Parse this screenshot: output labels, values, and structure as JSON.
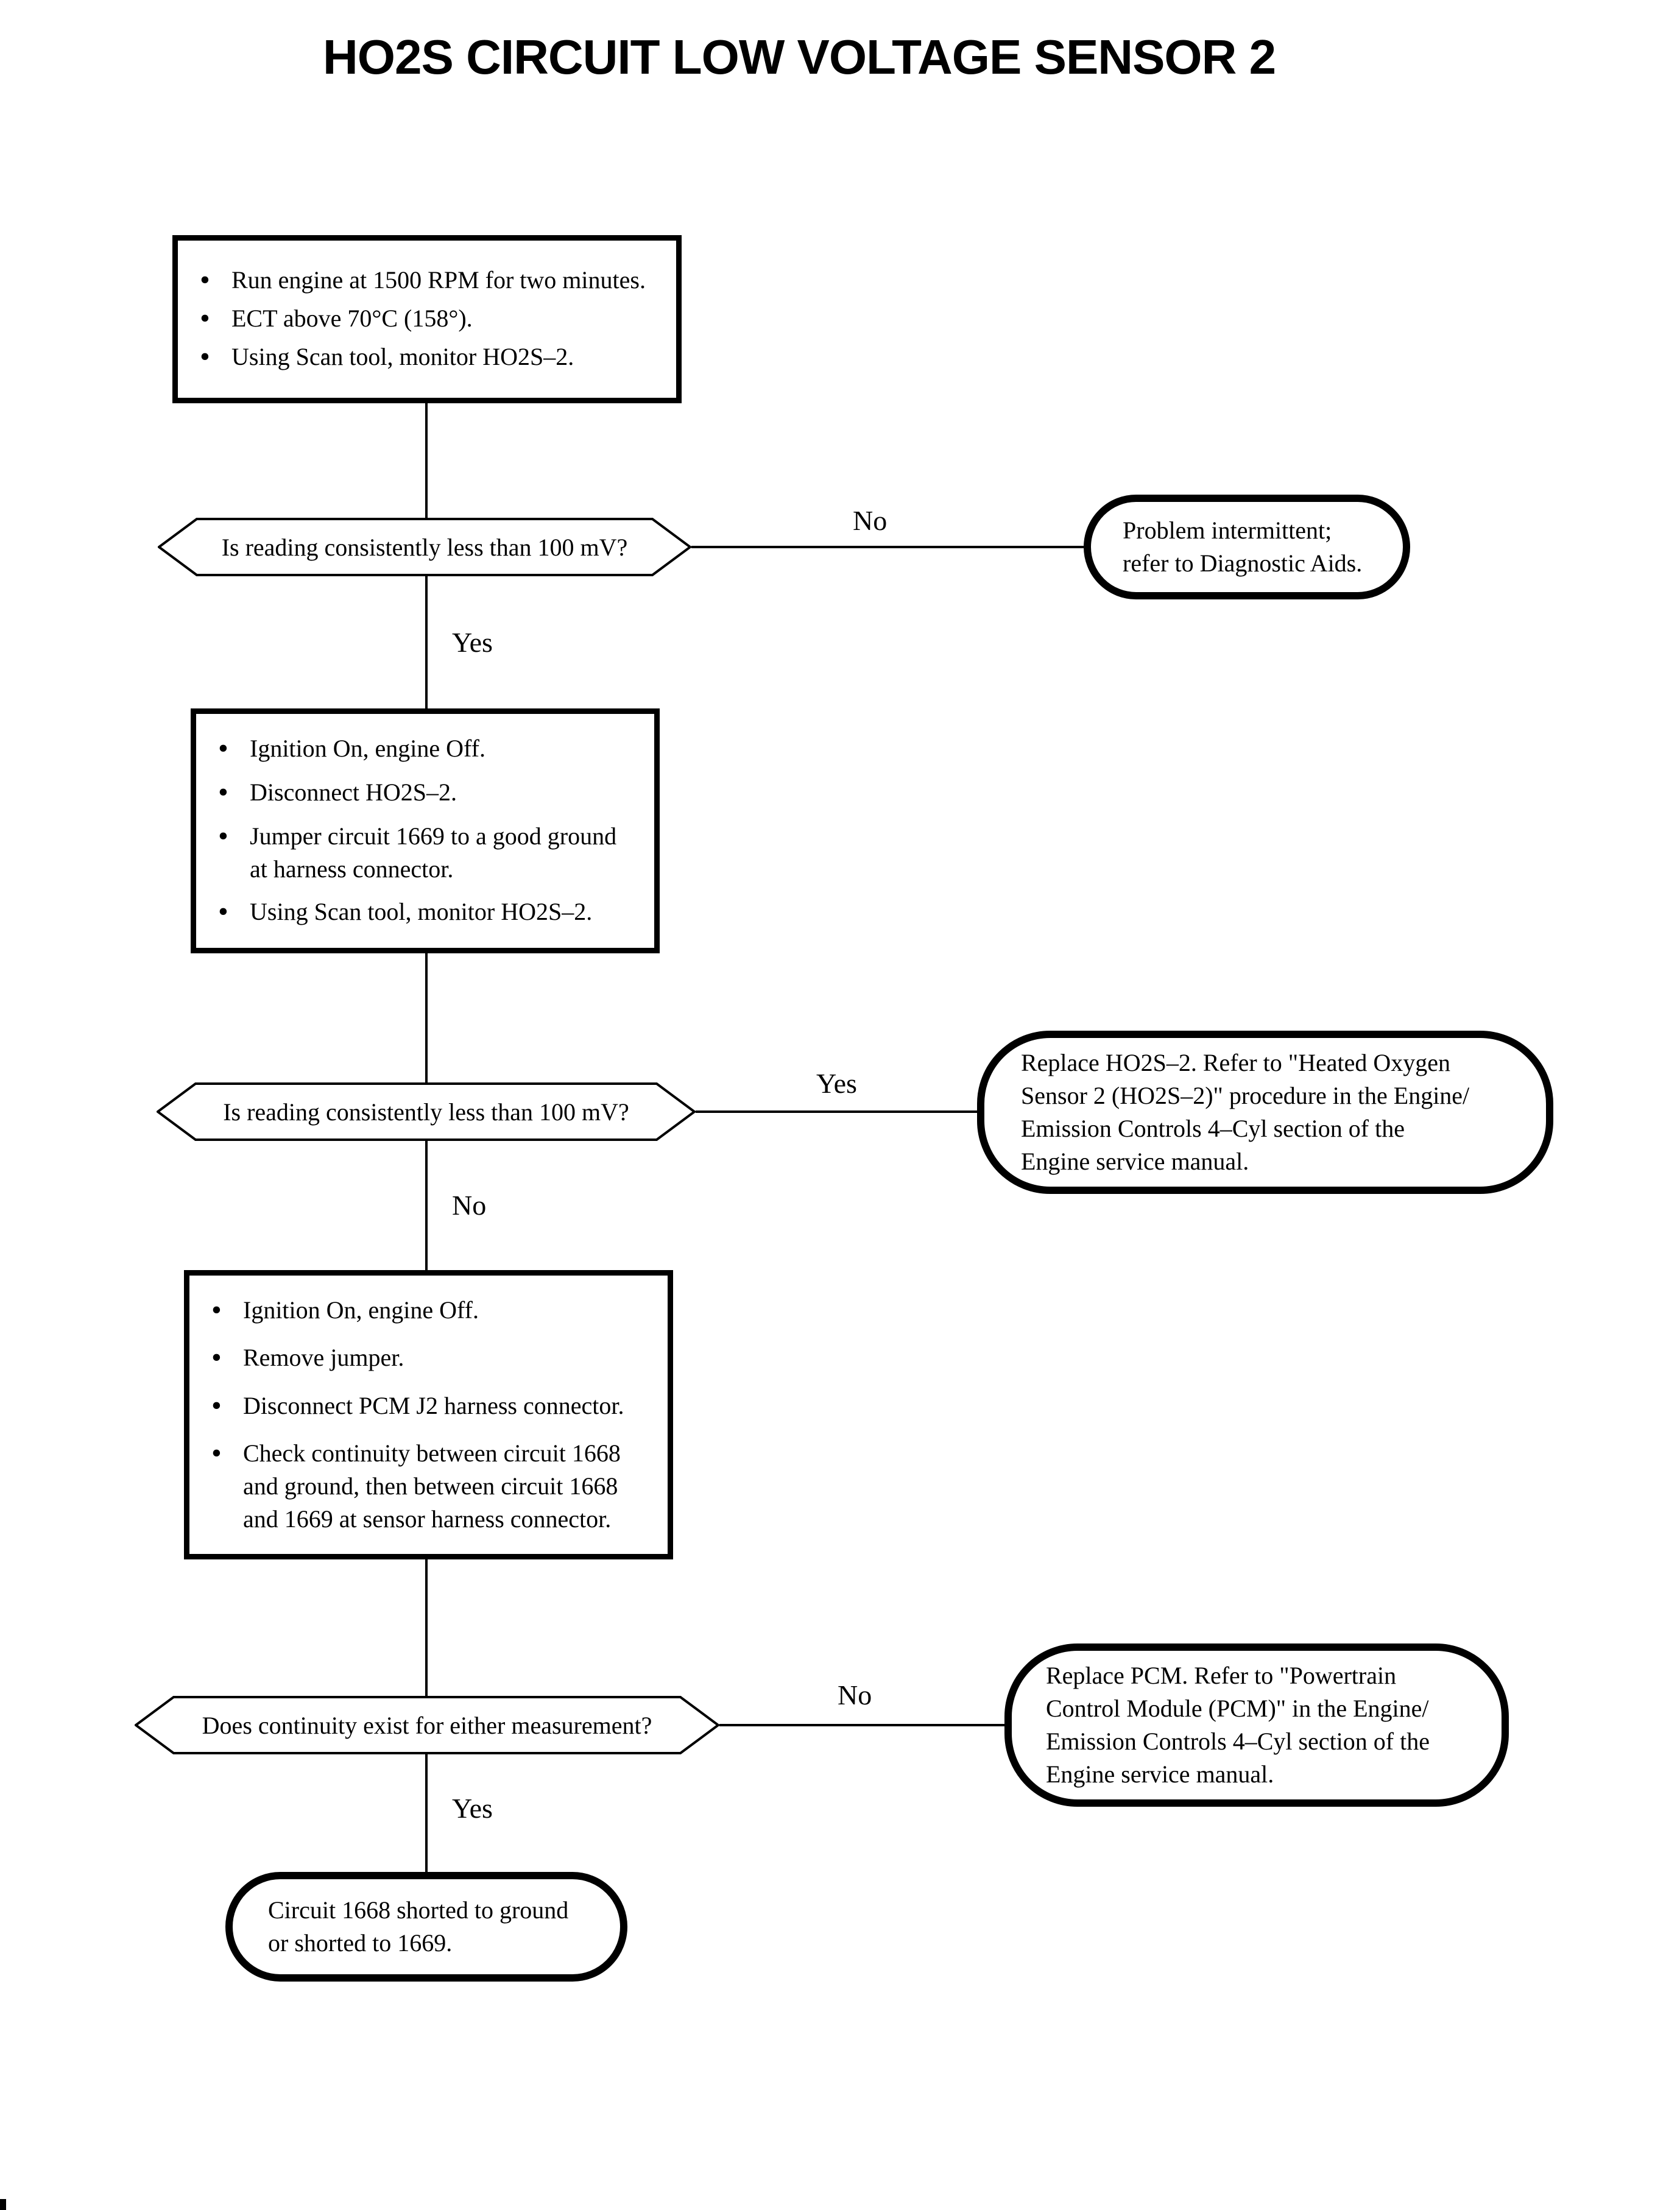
{
  "page": {
    "title": "HO2S CIRCUIT LOW VOLTAGE SENSOR 2"
  },
  "colors": {
    "ink": "#000000",
    "paper": "#ffffff"
  },
  "flowchart": {
    "steps": [
      {
        "bullets": [
          "Run engine at 1500 RPM for two minutes.",
          "ECT above 70°C (158°).",
          "Using Scan tool, monitor HO2S–2."
        ]
      },
      {
        "bullets": [
          "Ignition On, engine Off.",
          "Disconnect HO2S–2.",
          "Jumper circuit 1669 to a good ground\nat harness connector.",
          "Using Scan tool, monitor HO2S–2."
        ]
      },
      {
        "bullets": [
          "Ignition On, engine Off.",
          "Remove jumper.",
          "Disconnect PCM J2 harness connector.",
          "Check continuity between circuit 1668\nand ground, then between circuit 1668\nand 1669 at sensor harness connector."
        ]
      }
    ],
    "decisions": [
      {
        "question": "Is reading consistently less than 100 mV?",
        "branch_right": "No",
        "branch_down": "Yes"
      },
      {
        "question": "Is reading consistently less than 100 mV?",
        "branch_right": "Yes",
        "branch_down": "No"
      },
      {
        "question": "Does continuity exist for either measurement?",
        "branch_right": "No",
        "branch_down": "Yes"
      }
    ],
    "terminals": [
      {
        "text": "Problem intermittent;\nrefer to Diagnostic Aids."
      },
      {
        "text": "Replace HO2S–2. Refer to \"Heated Oxygen\nSensor 2 (HO2S–2)\" procedure in the Engine/\nEmission Controls 4–Cyl section of the\nEngine service manual."
      },
      {
        "text": "Replace PCM. Refer to \"Powertrain\nControl Module (PCM)\" in the Engine/\nEmission Controls 4–Cyl section of the\nEngine service manual."
      },
      {
        "text": "Circuit 1668 shorted to ground\nor shorted to 1669."
      }
    ]
  }
}
